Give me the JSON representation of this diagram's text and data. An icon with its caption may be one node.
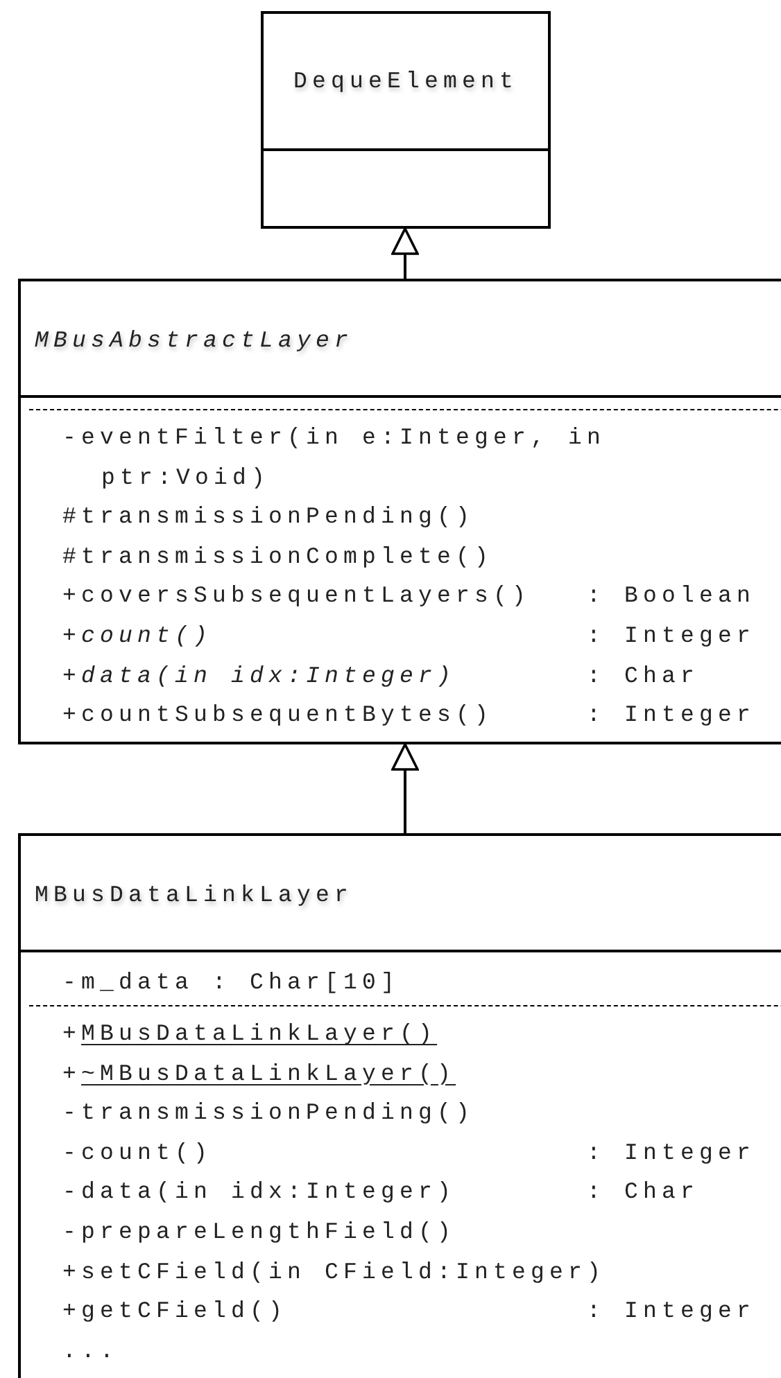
{
  "diagram": {
    "nodes": [
      {
        "text": [
          "DequeElement"
        ]
      },
      {
        "text": [
          "MBusAbstractLayer",
          "-eventFilter(in e:Integer, in ptr:Void)",
          "#transmissionPending()",
          "#transmissionComplete()",
          "+coversSubsequentLayers()",
          ": Boolean",
          "+*count()*",
          ": Integer",
          "+*data(in idx:Integer)*",
          ": Char",
          "+countSubsequentBytes()",
          ": Integer"
        ]
      },
      {
        "text": [
          "MBusDataLinkLayer",
          "-m_data : Char[10]",
          "+MBusDataLinkLayer()",
          "+~MBusDataLinkLayer()",
          "-transmissionPending()",
          "-count()",
          ": Integer",
          "-data(in idx:Integer)",
          ": Char",
          "-prepareLengthField()",
          "+setCField(in CField:Integer)",
          "+getCField()",
          ": Integer",
          "..."
        ]
      }
    ],
    "edges": [
      {
        "from": 1,
        "to": 0,
        "arrow": "to"
      },
      {
        "from": 2,
        "to": 1,
        "arrow": "to"
      }
    ]
  }
}
